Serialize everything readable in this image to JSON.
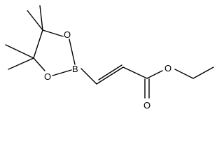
{
  "molecule": {
    "atoms": {
      "boron": "B",
      "ring_oxygen_top": "O",
      "ring_oxygen_bottom": "O",
      "ester_oxygen": "O",
      "carbonyl_oxygen": "O"
    }
  }
}
